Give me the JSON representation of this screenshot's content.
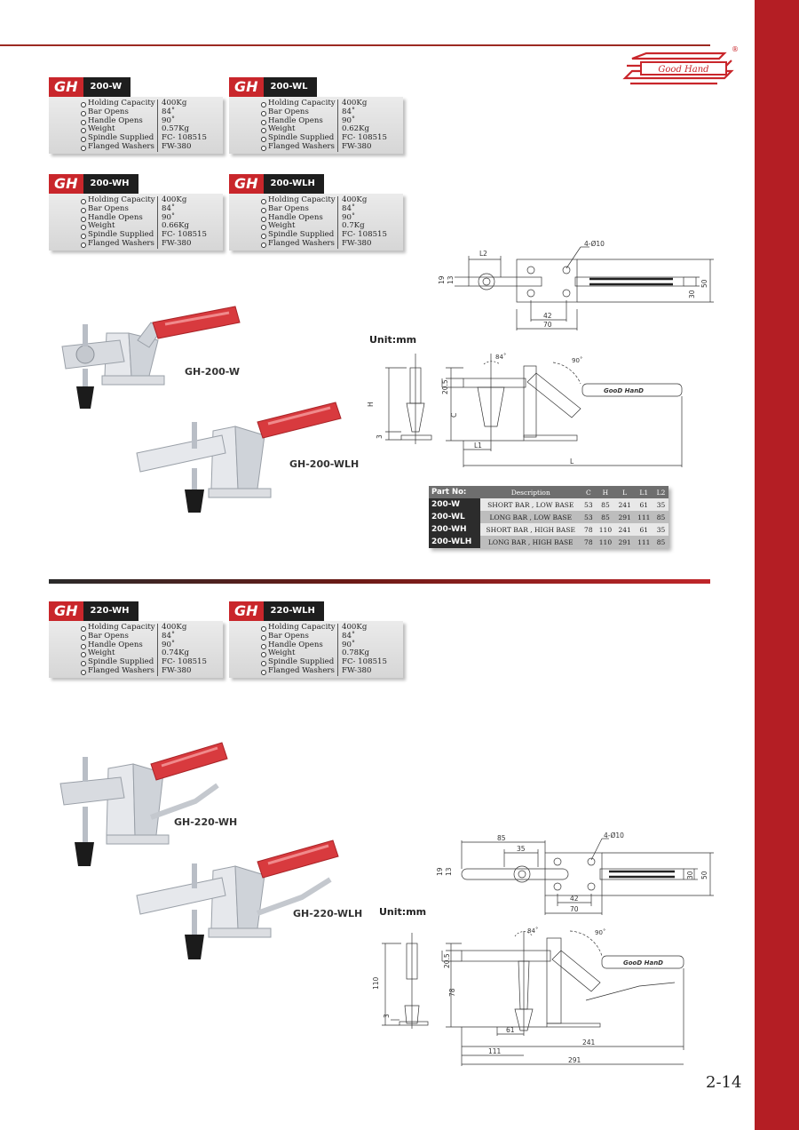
{
  "brand": {
    "logo_text": "Good Hand",
    "registered": "®"
  },
  "page_number": "2-14",
  "gh_tag": "GH",
  "spec_labels": [
    "Holding Capacity",
    "Bar Opens",
    "Handle Opens",
    "Weight",
    "Spindle Supplied",
    "Flanged Washers"
  ],
  "cards": [
    {
      "model": "200-W",
      "values": [
        "400Kg",
        "84˚",
        "90˚",
        "0.57Kg",
        "FC- 108515",
        "FW-380"
      ]
    },
    {
      "model": "200-WL",
      "values": [
        "400Kg",
        "84˚",
        "90˚",
        "0.62Kg",
        "FC- 108515",
        "FW-380"
      ]
    },
    {
      "model": "200-WH",
      "values": [
        "400Kg",
        "84˚",
        "90˚",
        "0.66Kg",
        "FC- 108515",
        "FW-380"
      ]
    },
    {
      "model": "200-WLH",
      "values": [
        "400Kg",
        "84˚",
        "90˚",
        "0.7Kg",
        "FC- 108515",
        "FW-380"
      ]
    },
    {
      "model": "220-WH",
      "values": [
        "400Kg",
        "84˚",
        "90˚",
        "0.74Kg",
        "FC- 108515",
        "FW-380"
      ]
    },
    {
      "model": "220-WLH",
      "values": [
        "400Kg",
        "84˚",
        "90˚",
        "0.78Kg",
        "FC- 108515",
        "FW-380"
      ]
    }
  ],
  "products": {
    "gh200w": "GH-200-W",
    "gh200wlh": "GH-200-WLH",
    "gh220wh": "GH-220-WH",
    "gh220wlh": "GH-220-WLH"
  },
  "unit_label": "Unit:mm",
  "drawing_text": {
    "hole_note": "4-Ø10",
    "handle_brand": "GooD HanD",
    "angle_bar": "84˚",
    "angle_handle": "90˚",
    "d_l2": "L2",
    "d_19": "19",
    "d_13": "13",
    "d_42": "42",
    "d_70": "70",
    "d_30": "30",
    "d_50": "50",
    "d_205": "20.5",
    "d_h": "H",
    "d_3": "3",
    "d_c": "C",
    "d_l1": "L1",
    "d_l": "L",
    "d_85": "85",
    "d_35": "35",
    "d_110": "110",
    "d_78": "78",
    "d_61": "61",
    "d_241": "241",
    "d_111": "111",
    "d_291": "291"
  },
  "table": {
    "headers": [
      "Part No:",
      "Description",
      "C",
      "H",
      "L",
      "L1",
      "L2"
    ],
    "rows": [
      [
        "200-W",
        "SHORT BAR , LOW BASE",
        "53",
        "85",
        "241",
        "61",
        "35"
      ],
      [
        "200-WL",
        "LONG BAR , LOW BASE",
        "53",
        "85",
        "291",
        "111",
        "85"
      ],
      [
        "200-WH",
        "SHORT BAR , HIGH BASE",
        "78",
        "110",
        "241",
        "61",
        "35"
      ],
      [
        "200-WLH",
        "LONG BAR , HIGH BASE",
        "78",
        "110",
        "291",
        "111",
        "85"
      ]
    ]
  },
  "colors": {
    "accent_red": "#c9262b",
    "side_bar": "#b41e24",
    "dark_tab": "#1e1e1e"
  }
}
